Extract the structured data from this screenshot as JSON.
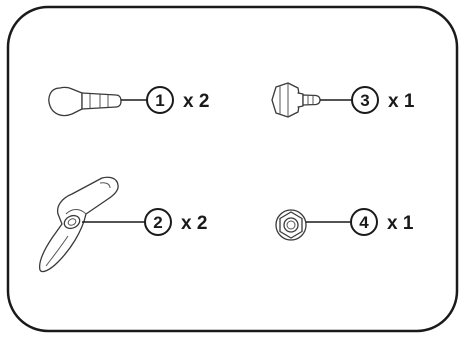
{
  "parts": [
    {
      "number": "1",
      "quantity": "x 2",
      "icon": "bolt-icon"
    },
    {
      "number": "2",
      "quantity": "x 2",
      "icon": "wing-knob-icon"
    },
    {
      "number": "3",
      "quantity": "x 1",
      "icon": "flange-bolt-icon"
    },
    {
      "number": "4",
      "quantity": "x 1",
      "icon": "flange-nut-icon"
    }
  ],
  "colors": {
    "stroke": "#1a1a1a",
    "frame": "#1a1a1a",
    "background": "#ffffff"
  }
}
